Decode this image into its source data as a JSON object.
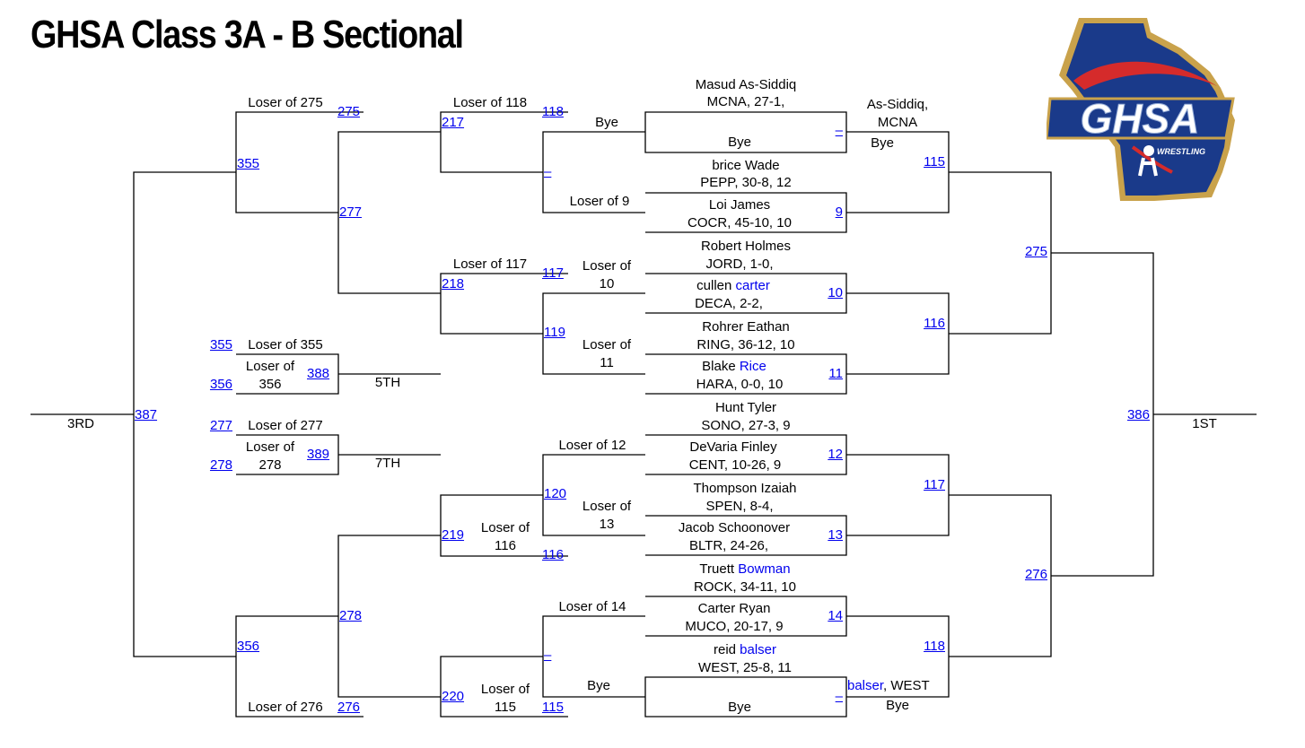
{
  "title": "GHSA Class 3A - B Sectional",
  "logo": {
    "text": "GHSA",
    "subtext": "WRESTLING",
    "colors": {
      "navy": "#1a3a8a",
      "gold": "#c9a24b",
      "red": "#d52b2b",
      "white": "#ffffff"
    }
  },
  "links": {
    "l275a": "275",
    "l355a": "355",
    "l217": "217",
    "l118a": "118",
    "l277a": "277",
    "l218": "218",
    "l117a": "117",
    "l119": "119",
    "l355b": "355",
    "l356a": "356",
    "l388": "388",
    "l387": "387",
    "l277b": "277",
    "l278a": "278",
    "l389": "389",
    "l120": "120",
    "l219": "219",
    "l116a": "116",
    "l278b": "278",
    "l356b": "356",
    "l220": "220",
    "l276a": "276",
    "l115a": "115",
    "m9": "9",
    "m10": "10",
    "m11": "11",
    "m12": "12",
    "m13": "13",
    "m14": "14",
    "w115": "115",
    "w116": "116",
    "w117": "117",
    "w118": "118",
    "w275": "275",
    "w276": "276",
    "w386": "386",
    "dash1": "–",
    "dash2": "–",
    "dash3": "–",
    "dash4": "–"
  },
  "labels": {
    "loser275": "Loser of 275",
    "loser118": "Loser of 118",
    "bye1": "Bye",
    "loser9": "Loser of 9",
    "loser117": "Loser of 117",
    "loser10a": "Loser of",
    "loser10b": "10",
    "loser11a": "Loser of",
    "loser11b": "11",
    "loser355": "Loser of 355",
    "loser356a": "Loser of",
    "loser356b": "356",
    "fifth": "5TH",
    "third": "3RD",
    "loser277": "Loser of 277",
    "loser278a": "Loser of",
    "loser278b": "278",
    "seventh": "7TH",
    "loser12": "Loser of 12",
    "loser13a": "Loser of",
    "loser13b": "13",
    "loser116a": "Loser of",
    "loser116b": "116",
    "loser14": "Loser of 14",
    "bye2": "Bye",
    "loser115a": "Loser of",
    "loser115b": "115",
    "loser276": "Loser of 276",
    "first": "1ST",
    "w1a": "As-Siddiq,",
    "w1b": "MCNA",
    "w1c": "Bye",
    "w8b": ", WEST",
    "w8c": "Bye"
  },
  "wrestlers": {
    "s1a": "Masud As-Siddiq",
    "s1b": "MCNA, 27-1,",
    "s1bye": "Bye",
    "s2a": "brice Wade",
    "s2b": "PEPP, 30-8, 12",
    "s3a": "Loi James",
    "s3b": "COCR, 45-10, 10",
    "s4a": "Robert Holmes",
    "s4b": "JORD, 1-0,",
    "s5a": "cullen ",
    "s5n": "carter",
    "s5b": "DECA, 2-2,",
    "s6a": "Rohrer Eathan",
    "s6b": "RING, 36-12, 10",
    "s7a": "Blake ",
    "s7n": "Rice",
    "s7b": "HARA, 0-0, 10",
    "s8a": "Hunt Tyler",
    "s8b": "SONO, 27-3, 9",
    "s9a": "DeVaria Finley",
    "s9b": "CENT, 10-26, 9",
    "s10a": "Thompson Izaiah",
    "s10b": "SPEN, 8-4,",
    "s11a": "Jacob Schoonover",
    "s11b": "BLTR, 24-26,",
    "s12a": "Truett ",
    "s12n": "Bowman",
    "s12b": "ROCK, 34-11, 10",
    "s13a": "Carter Ryan",
    "s13b": "MUCO, 20-17, 9",
    "s14a": "reid ",
    "s14n": "balser",
    "s14b": "WEST, 25-8, 11",
    "s14bye": "Bye",
    "w8n": "balser"
  }
}
